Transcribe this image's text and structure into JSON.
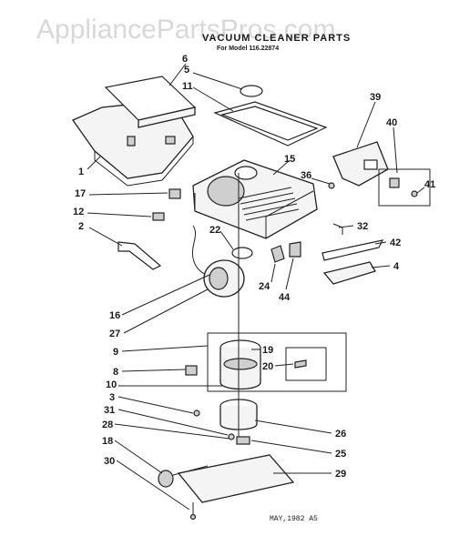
{
  "watermark": "AppliancePartsPros.com",
  "title": "VACUUM CLEANER PARTS",
  "subtitle": "For Model 116.22874",
  "footer": "MAY,1982 A5",
  "callouts": {
    "c1": "1",
    "c2": "2",
    "c3": "3",
    "c4": "4",
    "c5": "5",
    "c6": "6",
    "c8": "8",
    "c9": "9",
    "c10": "10",
    "c11": "11",
    "c12": "12",
    "c15": "15",
    "c16": "16",
    "c17": "17",
    "c18": "18",
    "c19": "19",
    "c20": "20",
    "c22": "22",
    "c24": "24",
    "c25": "25",
    "c26": "26",
    "c27": "27",
    "c28": "28",
    "c29": "29",
    "c30": "30",
    "c31": "31",
    "c32": "32",
    "c36": "36",
    "c39": "39",
    "c40": "40",
    "c41": "41",
    "c42": "42",
    "c44": "44"
  }
}
